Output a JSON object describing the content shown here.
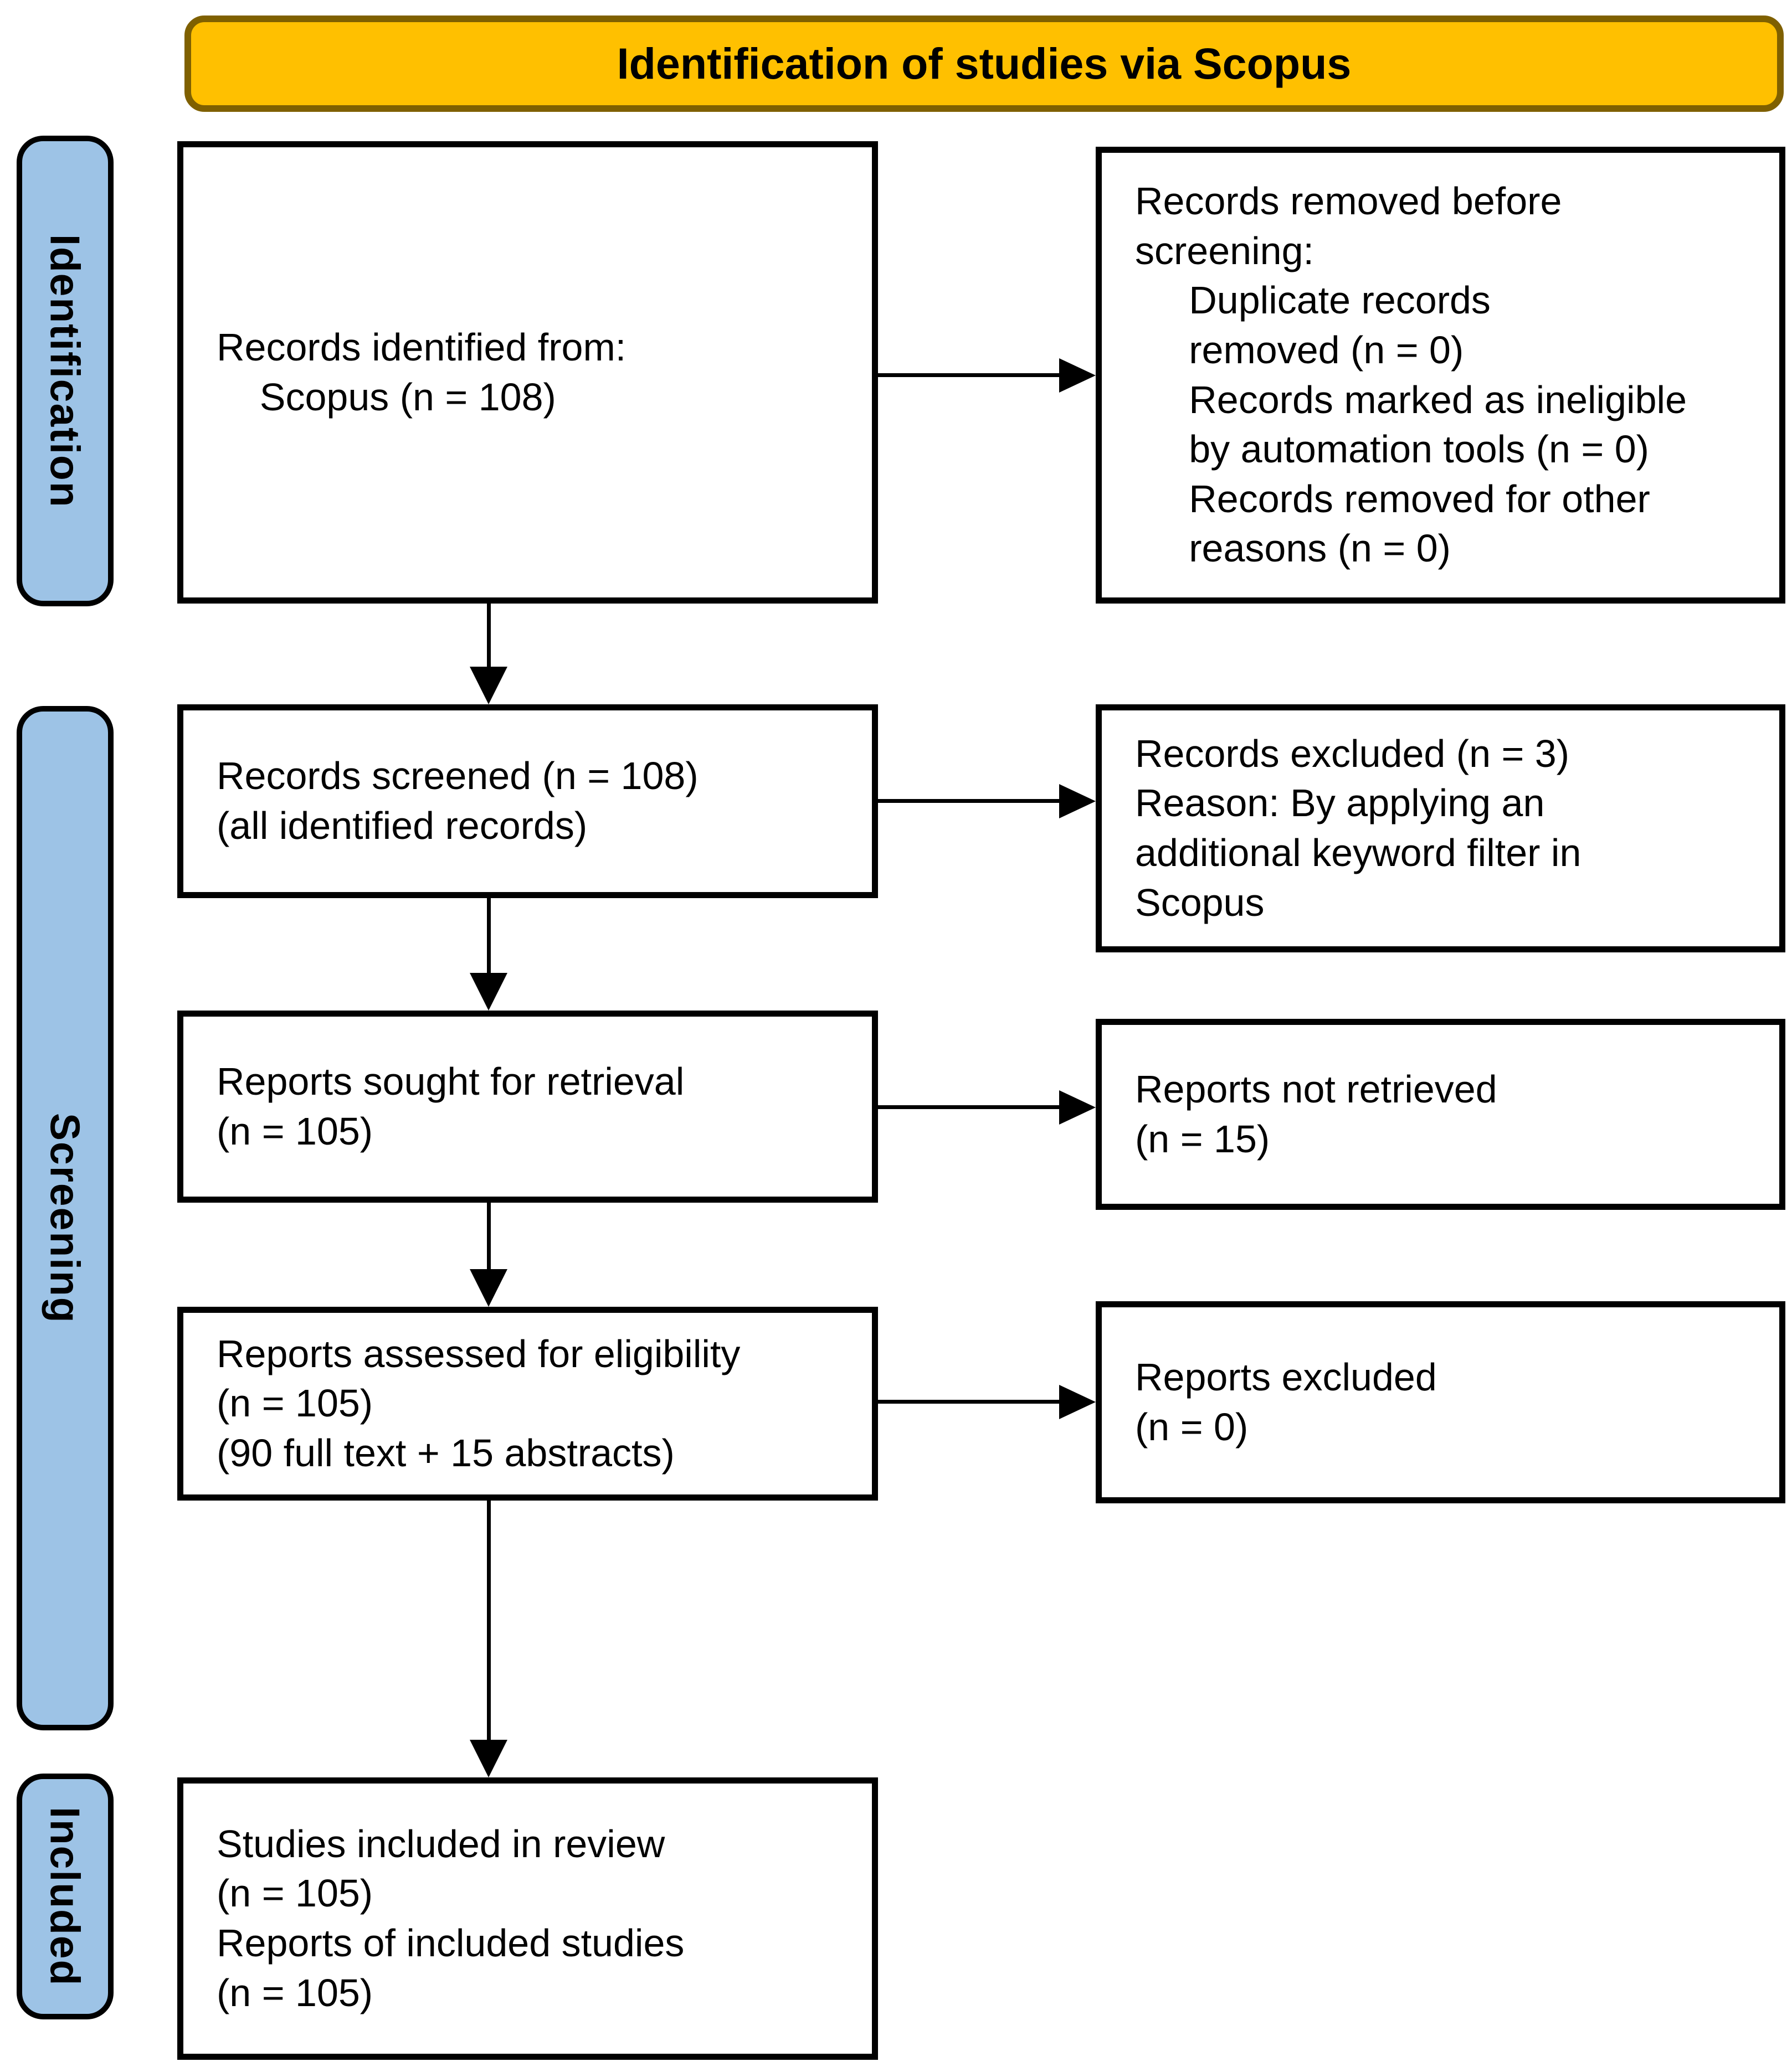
{
  "title": "Identification of studies via Scopus",
  "palette": {
    "banner_fill": "#FFC000",
    "banner_border": "#7F6000",
    "stage_fill": "#9DC3E6",
    "stage_border": "#000000",
    "flow_box_fill": "#FFFFFF",
    "flow_box_border": "#000000",
    "arrow_color": "#000000",
    "text_color": "#000000"
  },
  "stages": [
    {
      "id": "identification",
      "label": "Identification"
    },
    {
      "id": "screening",
      "label": "Screening"
    },
    {
      "id": "included",
      "label": "Included"
    }
  ],
  "boxes": {
    "records_identified": "Records identified from:\n    Scopus (n = 108)",
    "records_removed": "Records removed before\nscreening:\n     Duplicate records\n     removed (n = 0)\n     Records marked as ineligible\n     by automation tools (n = 0)\n     Records removed for other\n     reasons (n = 0)",
    "records_screened": "Records screened (n = 108)\n(all identified records)",
    "records_excluded": "Records excluded (n = 3)\nReason: By applying an\nadditional keyword filter in\nScopus",
    "reports_sought": "Reports sought for retrieval\n(n = 105)",
    "reports_not_retrieved": "Reports not retrieved\n(n = 15)",
    "reports_assessed": "Reports assessed for eligibility\n(n = 105)\n(90 full text + 15 abstracts)",
    "reports_excluded": "Reports excluded\n(n = 0)",
    "studies_included": "Studies included in review\n(n = 105)\nReports of included studies\n(n = 105)"
  }
}
